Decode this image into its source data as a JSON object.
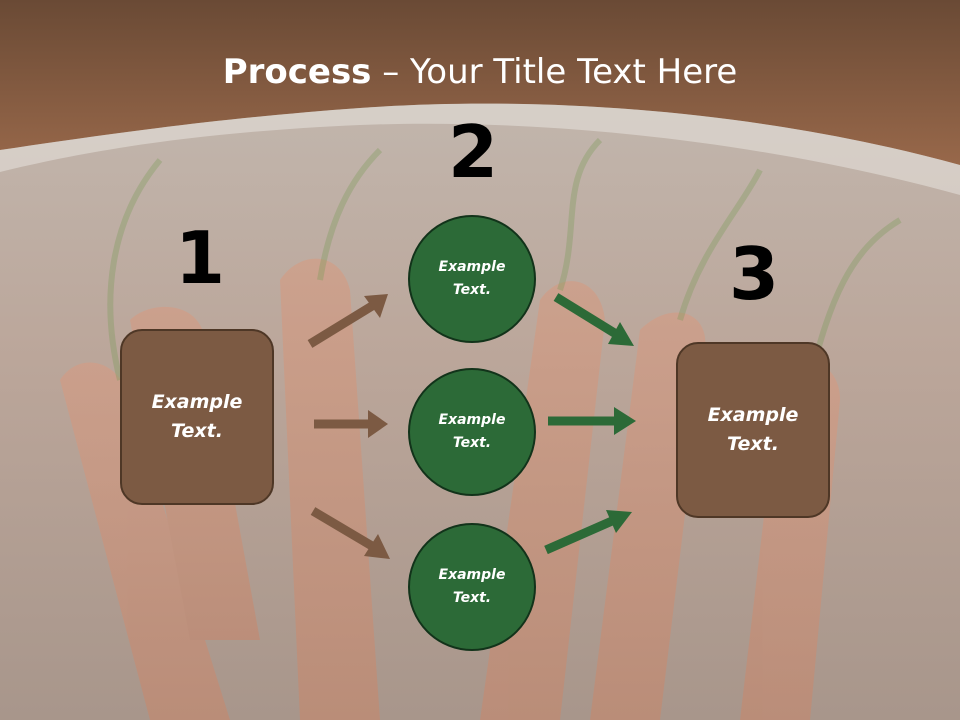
{
  "slide": {
    "title_bold": "Process",
    "title_rest": " – Your Title Text Here"
  },
  "steps": {
    "one": {
      "number": "1",
      "label": "Example\nText."
    },
    "two": {
      "number": "2"
    },
    "three": {
      "number": "3",
      "label": "Example\nText."
    }
  },
  "circles": [
    {
      "label": "Example\nText."
    },
    {
      "label": "Example\nText."
    },
    {
      "label": "Example\nText."
    }
  ],
  "colors": {
    "header_brown": "#8a5f40",
    "box_brown": "#7c5a43",
    "circle_green": "#2c6a37",
    "arrow_brown": "#7c5a43",
    "arrow_green": "#2c6a37"
  }
}
